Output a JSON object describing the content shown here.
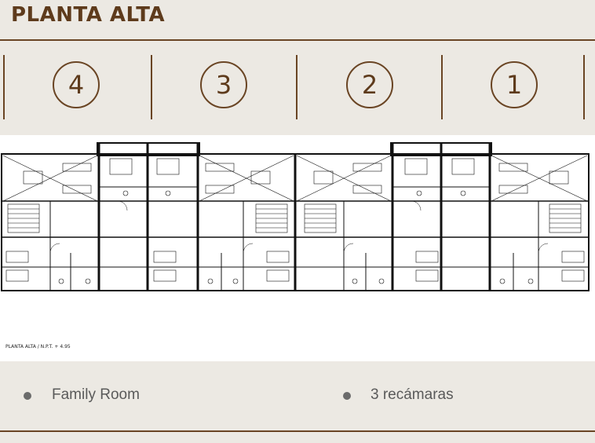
{
  "header": {
    "title": "PLANTA ALTA"
  },
  "units": [
    {
      "number": "4"
    },
    {
      "number": "3"
    },
    {
      "number": "2"
    },
    {
      "number": "1"
    }
  ],
  "plan": {
    "caption": "PLANTA ALTA / N.P.T. + 4.95"
  },
  "features": [
    {
      "label": "Family Room"
    },
    {
      "label": "3 recámaras"
    }
  ],
  "colors": {
    "accent": "#6a4524",
    "background": "#ece9e3",
    "bullet": "#6b6b6b"
  }
}
